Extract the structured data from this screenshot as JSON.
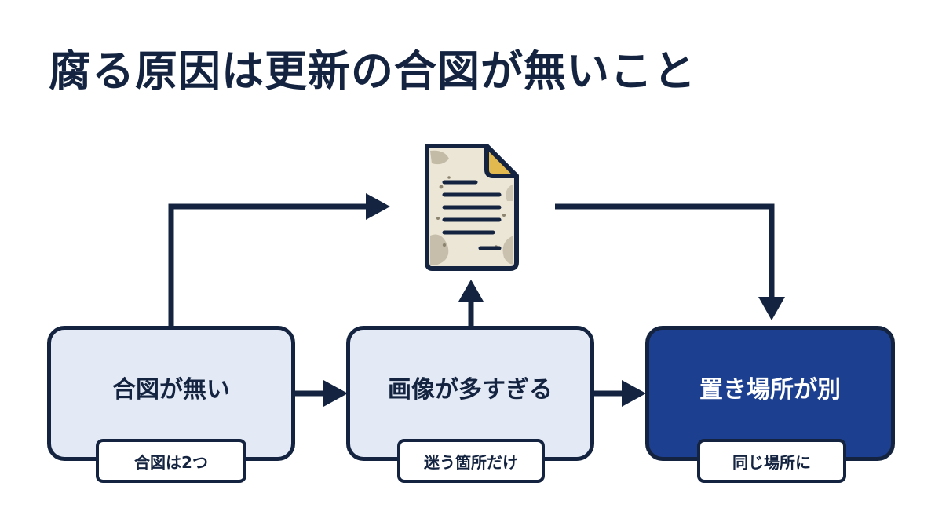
{
  "title": "腐る原因は更新の合図が無いこと",
  "boxes": [
    {
      "label": "合図が無い",
      "tag": "合図は2つ"
    },
    {
      "label": "画像が多すぎる",
      "tag": "迷う箇所だけ"
    },
    {
      "label": "置き場所が別",
      "tag": "同じ場所に"
    }
  ],
  "icons": {
    "document": "stained-document-icon"
  },
  "colors": {
    "navy": "#142440",
    "light_box": "#e3eaf6",
    "dark_box": "#1d3f8f",
    "paper": "#ece6d7",
    "fold": "#e2b94f"
  }
}
